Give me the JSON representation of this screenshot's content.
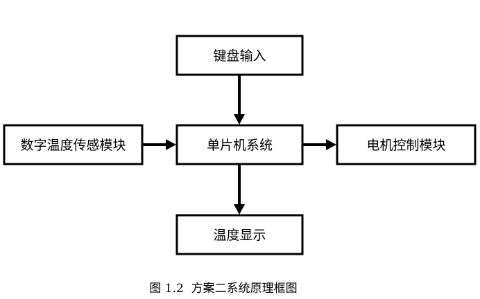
{
  "nodes": {
    "keyboard_input": {
      "label": "键盘输入"
    },
    "temp_sensor": {
      "label": "数字温度传感模块"
    },
    "mcu": {
      "label": "单片机系统"
    },
    "motor_control": {
      "label": "电机控制模块"
    },
    "temp_display": {
      "label": "温度显示"
    }
  },
  "edges": [
    {
      "from": "keyboard_input",
      "to": "mcu"
    },
    {
      "from": "temp_sensor",
      "to": "mcu"
    },
    {
      "from": "mcu",
      "to": "motor_control"
    },
    {
      "from": "mcu",
      "to": "temp_display"
    }
  ],
  "caption": "图 1.2  方案二系统原理框图",
  "colors": {
    "stroke": "#000000",
    "background": "#ffffff"
  }
}
